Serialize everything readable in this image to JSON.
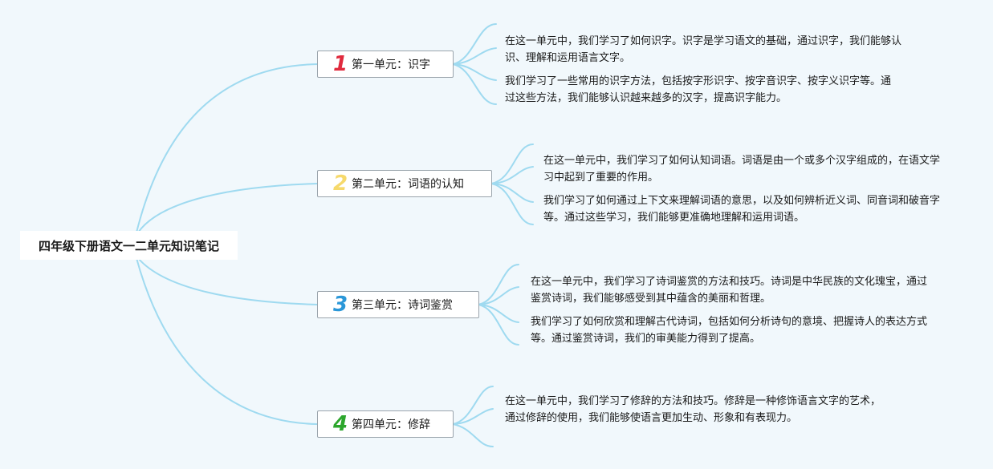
{
  "root": {
    "title": "四年级下册语文一二单元知识笔记"
  },
  "colors": {
    "background": "#f1f8fc",
    "branch_line": "#9fdaf0",
    "unit1": "#e02a3d",
    "unit2": "#f6d96b",
    "unit3": "#2b97d8",
    "unit4": "#2ca62c"
  },
  "units": [
    {
      "number": "1",
      "label": "第一单元：识字",
      "notes": [
        "在这一单元中，我们学习了如何识字。识字是学习语文的基础，通过识字，我们能够认识、理解和运用语言文字。",
        "我们学习了一些常用的识字方法，包括按字形识字、按字音识字、按字义识字等。通过这些方法，我们能够认识越来越多的汉字，提高识字能力。"
      ]
    },
    {
      "number": "2",
      "label": "第二单元：词语的认知",
      "notes": [
        "在这一单元中，我们学习了如何认知词语。词语是由一个或多个汉字组成的，在语文学习中起到了重要的作用。",
        "我们学习了如何通过上下文来理解词语的意思，以及如何辨析近义词、同音词和破音字等。通过这些学习，我们能够更准确地理解和运用词语。"
      ]
    },
    {
      "number": "3",
      "label": "第三单元：诗词鉴赏",
      "notes": [
        "在这一单元中，我们学习了诗词鉴赏的方法和技巧。诗词是中华民族的文化瑰宝，通过鉴赏诗词，我们能够感受到其中蕴含的美丽和哲理。",
        "我们学习了如何欣赏和理解古代诗词，包括如何分析诗句的意境、把握诗人的表达方式等。通过鉴赏诗词，我们的审美能力得到了提高。"
      ]
    },
    {
      "number": "4",
      "label": "第四单元：修辞",
      "notes": [
        "在这一单元中，我们学习了修辞的方法和技巧。修辞是一种修饰语言文字的艺术，通过修辞的使用，我们能够使语言更加生动、形象和有表现力。"
      ]
    }
  ]
}
